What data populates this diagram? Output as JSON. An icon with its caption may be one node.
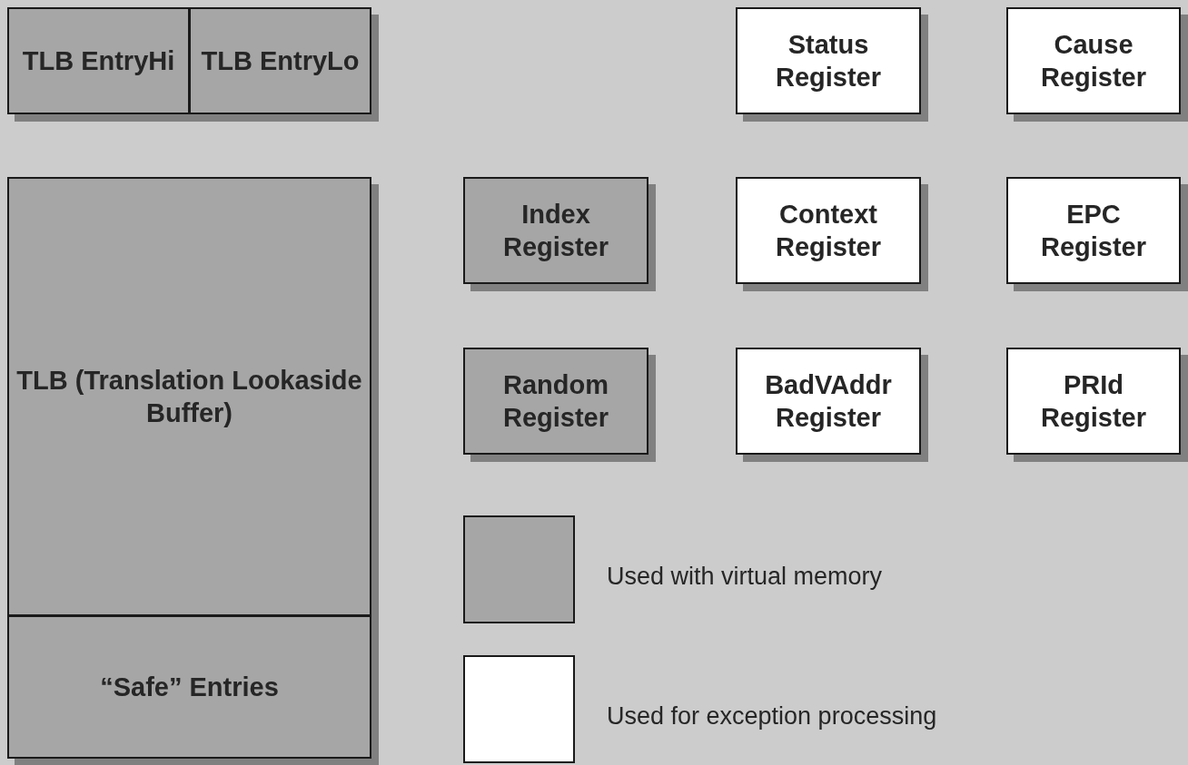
{
  "diagram": {
    "nodes": [
      {
        "text": [
          "TLB EntryHi"
        ]
      },
      {
        "text": [
          "TLB EntryLo"
        ]
      },
      {
        "text": [
          "Status Register"
        ]
      },
      {
        "text": [
          "Cause Register"
        ]
      },
      {
        "text": [
          "TLB (Translation Lookaside Buffer)"
        ]
      },
      {
        "text": [
          "Index Register"
        ]
      },
      {
        "text": [
          "Context Register"
        ]
      },
      {
        "text": [
          "EPC Register"
        ]
      },
      {
        "text": [
          "Random Register"
        ]
      },
      {
        "text": [
          "BadVAddr Register"
        ]
      },
      {
        "text": [
          "PRId Register"
        ]
      },
      {
        "text": [
          "“Safe” Entries"
        ]
      }
    ],
    "edges": [],
    "legend": [
      {
        "text": "Used with virtual memory",
        "color": "#a6a6a6"
      },
      {
        "text": "Used for exception processing",
        "color": "#ffffff"
      }
    ]
  }
}
